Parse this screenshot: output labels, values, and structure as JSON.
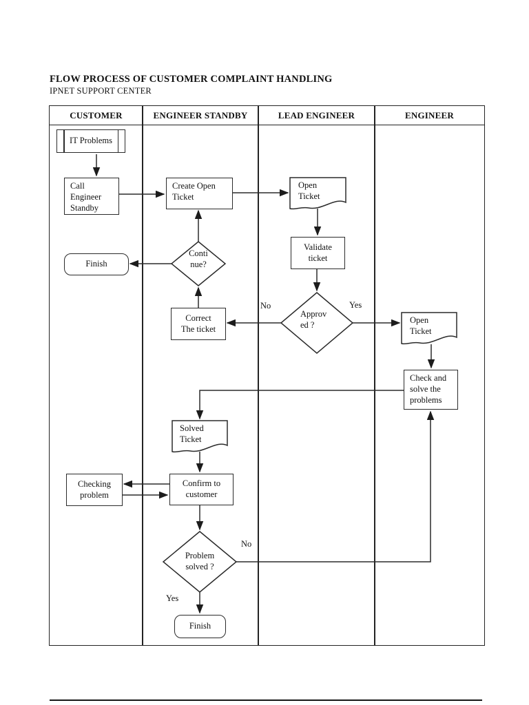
{
  "page": {
    "title": "FLOW PROCESS OF CUSTOMER COMPLAINT HANDLING",
    "subtitle": "IPNET SUPPORT CENTER"
  },
  "lanes": [
    {
      "label": "CUSTOMER"
    },
    {
      "label": "ENGINEER STANDBY"
    },
    {
      "label": "LEAD ENGINEER"
    },
    {
      "label": "ENGINEER"
    }
  ],
  "nodes": {
    "it_problems": {
      "label": "IT Problems",
      "shape": "predefined-process",
      "lane": "CUSTOMER"
    },
    "call_engineer": {
      "label": "Call\nEngineer\nStandby",
      "shape": "process",
      "lane": "CUSTOMER"
    },
    "finish_top": {
      "label": "Finish",
      "shape": "terminator",
      "lane": "CUSTOMER"
    },
    "checking_problem": {
      "label": "Checking\nproblem",
      "shape": "process",
      "lane": "CUSTOMER"
    },
    "create_open_ticket": {
      "label": "Create Open\nTicket",
      "shape": "process",
      "lane": "ENGINEER STANDBY"
    },
    "continue": {
      "label": "Conti\nnue?",
      "shape": "decision",
      "lane": "ENGINEER STANDBY"
    },
    "correct_the_ticket": {
      "label": "Correct\nThe ticket",
      "shape": "process",
      "lane": "ENGINEER STANDBY"
    },
    "solved_ticket": {
      "label": "Solved\nTicket",
      "shape": "document",
      "lane": "ENGINEER STANDBY"
    },
    "confirm_to_customer": {
      "label": "Confirm to\ncustomer",
      "shape": "process",
      "lane": "ENGINEER STANDBY"
    },
    "problem_solved": {
      "label": "Problem\nsolved ?",
      "shape": "decision",
      "lane": "ENGINEER STANDBY"
    },
    "finish_bottom": {
      "label": "Finish",
      "shape": "terminator",
      "lane": "ENGINEER STANDBY"
    },
    "open_ticket_lead": {
      "label": "Open\nTicket",
      "shape": "document",
      "lane": "LEAD ENGINEER"
    },
    "validate_ticket": {
      "label": "Validate\nticket",
      "shape": "process",
      "lane": "LEAD ENGINEER"
    },
    "approved": {
      "label": "Approv\ned ?",
      "shape": "decision",
      "lane": "LEAD ENGINEER"
    },
    "open_ticket_eng": {
      "label": "Open\nTicket",
      "shape": "document",
      "lane": "ENGINEER"
    },
    "check_and_solve": {
      "label": "Check and\nsolve the\nproblems",
      "shape": "process",
      "lane": "ENGINEER"
    }
  },
  "edge_labels": {
    "approved_no": "No",
    "approved_yes": "Yes",
    "problem_no": "No",
    "problem_yes": "Yes"
  },
  "edges": [
    {
      "from": "it_problems",
      "to": "call_engineer"
    },
    {
      "from": "call_engineer",
      "to": "create_open_ticket"
    },
    {
      "from": "create_open_ticket",
      "to": "open_ticket_lead"
    },
    {
      "from": "open_ticket_lead",
      "to": "validate_ticket"
    },
    {
      "from": "validate_ticket",
      "to": "approved"
    },
    {
      "from": "approved",
      "to": "correct_the_ticket",
      "label": "No"
    },
    {
      "from": "approved",
      "to": "open_ticket_eng",
      "label": "Yes"
    },
    {
      "from": "correct_the_ticket",
      "to": "continue"
    },
    {
      "from": "continue",
      "to": "create_open_ticket"
    },
    {
      "from": "continue",
      "to": "finish_top"
    },
    {
      "from": "open_ticket_eng",
      "to": "check_and_solve"
    },
    {
      "from": "check_and_solve",
      "to": "solved_ticket"
    },
    {
      "from": "solved_ticket",
      "to": "confirm_to_customer"
    },
    {
      "from": "confirm_to_customer",
      "to": "checking_problem"
    },
    {
      "from": "checking_problem",
      "to": "confirm_to_customer"
    },
    {
      "from": "confirm_to_customer",
      "to": "problem_solved"
    },
    {
      "from": "problem_solved",
      "to": "check_and_solve",
      "label": "No"
    },
    {
      "from": "problem_solved",
      "to": "finish_bottom",
      "label": "Yes"
    }
  ],
  "colors": {
    "line": "#2a2a2a",
    "background": "#ffffff",
    "text": "#111111"
  }
}
